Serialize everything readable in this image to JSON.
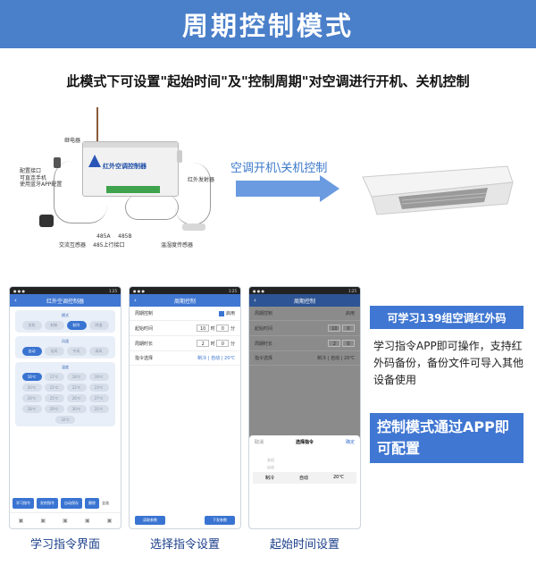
{
  "banner": {
    "title": "周期控制模式"
  },
  "subtitle": "此模式下可设置\"起始时间\"及\"控制周期\"对空调进行开机、关机控制",
  "diagram": {
    "device_name": "红外空调控制器",
    "relay": "继电器",
    "config_port": "配置接口",
    "config_note1": "可直连手机",
    "config_note2": "使用蓝牙APP配置",
    "ir_emitter": "红外发射器",
    "port_485a": "485A",
    "port_485b": "485B",
    "port_uplink": "485上行接口",
    "ac_sensor": "交流互感器",
    "temp_sensor": "温湿度传感器"
  },
  "flow": {
    "label": "空调开机\\关机控制"
  },
  "phone1": {
    "title": "红外空调控制器",
    "mode_label": "模式",
    "modes": [
      "关机",
      "制热",
      "制冷",
      "除湿"
    ],
    "fan_label": "风速",
    "fans": [
      "自动",
      "低风",
      "中风",
      "高风"
    ],
    "temp_label": "温度",
    "temps": [
      "16℃",
      "17℃",
      "18℃",
      "19℃",
      "20℃",
      "21℃",
      "22℃",
      "23℃",
      "24℃",
      "25℃",
      "26℃",
      "27℃",
      "28℃",
      "29℃",
      "30℃",
      "31℃",
      "32℃"
    ],
    "buttons": [
      "学习指令",
      "发射指令",
      "自动保存",
      "删除"
    ],
    "select_all": "全选",
    "caption": "学习指令界面"
  },
  "phone2": {
    "title": "周期控制",
    "row1": "周期控制",
    "enable": "启用",
    "row2": "起始时间",
    "start_h": "10",
    "unit_h": "时",
    "start_m": "0",
    "unit_m": "分",
    "row3": "周期时长",
    "dur_h": "2",
    "dur_m": "0",
    "row4": "指令选择",
    "cmd": "制冷 | 自动 | 20℃",
    "btn_read": "读取参数",
    "btn_send": "下发参数",
    "caption": "选择指令设置"
  },
  "phone3": {
    "title": "周期控制",
    "dialog_title": "选择指令",
    "cancel": "取消",
    "ok": "确定",
    "opts": [
      "关机",
      "自动"
    ],
    "sel_mode": "制冷",
    "sel_fan": "自动",
    "sel_temp": "20℃",
    "caption": "起始时间设置"
  },
  "feature": {
    "title": "可学习139组空调红外码",
    "text": "学习指令APP即可操作，支持红外码备份，备份文件可导入其他设备使用",
    "big": "控制模式通过APP即可配置"
  },
  "status": {
    "time": "1:25"
  },
  "colors": {
    "accent": "#4a7fc9",
    "button": "#3a74d2"
  }
}
